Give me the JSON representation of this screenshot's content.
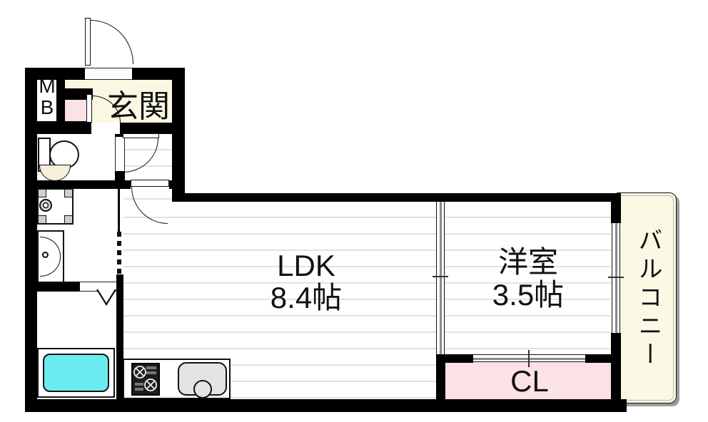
{
  "plan": {
    "type": "apartment floor plan",
    "rooms": {
      "mb": {
        "label": "MB"
      },
      "genkan": {
        "label": "玄関"
      },
      "ldk": {
        "name": "LDK",
        "size": "8.4帖"
      },
      "yoshitsu": {
        "name": "洋室",
        "size": "3.5帖"
      },
      "closet": {
        "label": "CL"
      },
      "balcony": {
        "label": "バルコニー"
      }
    },
    "colors": {
      "wall": "#000000",
      "genkan_floor": "#faf8e2",
      "balcony_floor": "#fbf9e6",
      "closet_floor": "#fbe2e4",
      "shoebox_pink": "#fbe2e4",
      "bathtub": "#68ecef",
      "floor_line": "#e8e1d3"
    }
  }
}
